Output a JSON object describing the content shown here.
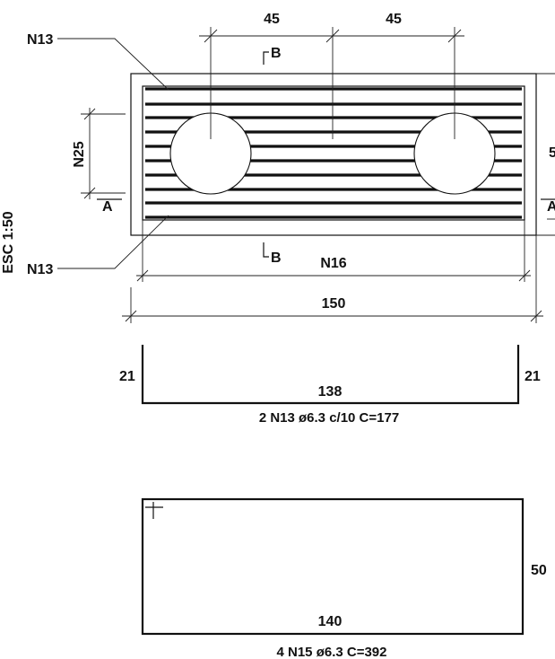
{
  "top_view": {
    "dim_left_top": "45",
    "dim_right_top": "45",
    "section_b_top": "B",
    "section_b_bottom": "B",
    "label_n13_top": "N13",
    "label_n13_bottom": "N13",
    "label_n25": "N25",
    "section_a_left": "A",
    "section_a_right": "A",
    "label_n16": "N16",
    "dim_overall": "150",
    "scale_note": "ESC 1:50",
    "right_edge_label": "5"
  },
  "bar_n13": {
    "left_leg": "21",
    "right_leg": "21",
    "length": "138",
    "caption": "2 N13 ø6.3 c/10  C=177"
  },
  "stirrup_n15": {
    "width": "140",
    "height": "50",
    "caption": "4 N15 ø6.3  C=392"
  },
  "colors": {
    "line": "#111111",
    "background": "#ffffff"
  }
}
